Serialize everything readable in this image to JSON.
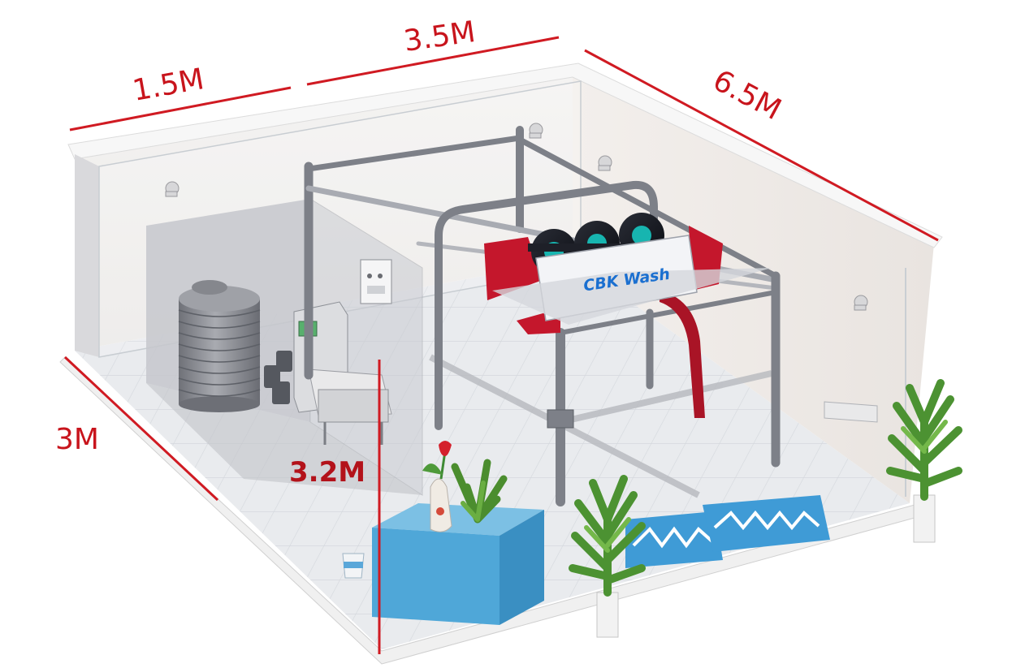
{
  "dimensions": {
    "left_width": "1.5M",
    "bay_width": "3.5M",
    "length": "6.5M",
    "depth": "3M",
    "height": "3.2M"
  },
  "machine": {
    "brand_label": "CBK Wash"
  },
  "colors": {
    "dimension_line": "#d01a22",
    "machine_red": "#c4172c",
    "frame_gray": "#7d8088",
    "water_tank": "#8e9097",
    "reception_box": "#4fa7d8",
    "floor_mat": "#3f9bd6",
    "brand_text": "#1a6fd0"
  }
}
